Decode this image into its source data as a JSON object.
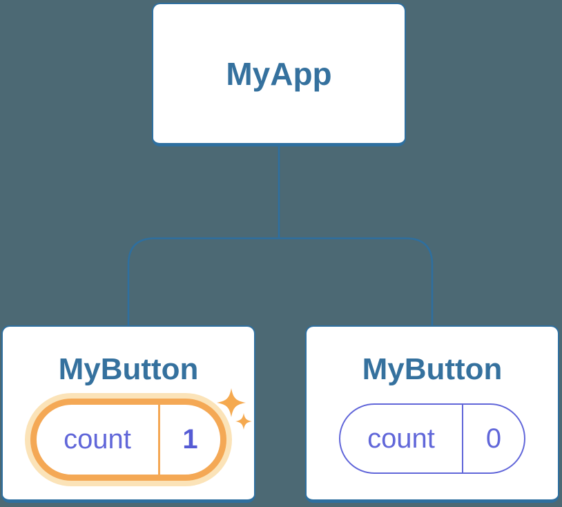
{
  "diagram": {
    "type": "component-tree",
    "root": {
      "label": "MyApp"
    },
    "children": [
      {
        "label": "MyButton",
        "state": {
          "name": "count",
          "value": "1"
        },
        "highlighted": true,
        "badge_icon": "sparkles-icon"
      },
      {
        "label": "MyButton",
        "state": {
          "name": "count",
          "value": "0"
        },
        "highlighted": false
      }
    ]
  },
  "colors": {
    "background": "#4C6974",
    "card_background": "#FFFFFF",
    "card_border_blue": "#2E6F9F",
    "title_text_blue": "#35719E",
    "state_text_purple": "#6167D9",
    "state_value_bold_purple": "#555BD4",
    "state_pill_purple_border": "#6065D9",
    "highlight_orange": "#F4A855",
    "highlight_glow_orange": "#FBE3B8",
    "sparkle_orange": "#F5A94F"
  }
}
